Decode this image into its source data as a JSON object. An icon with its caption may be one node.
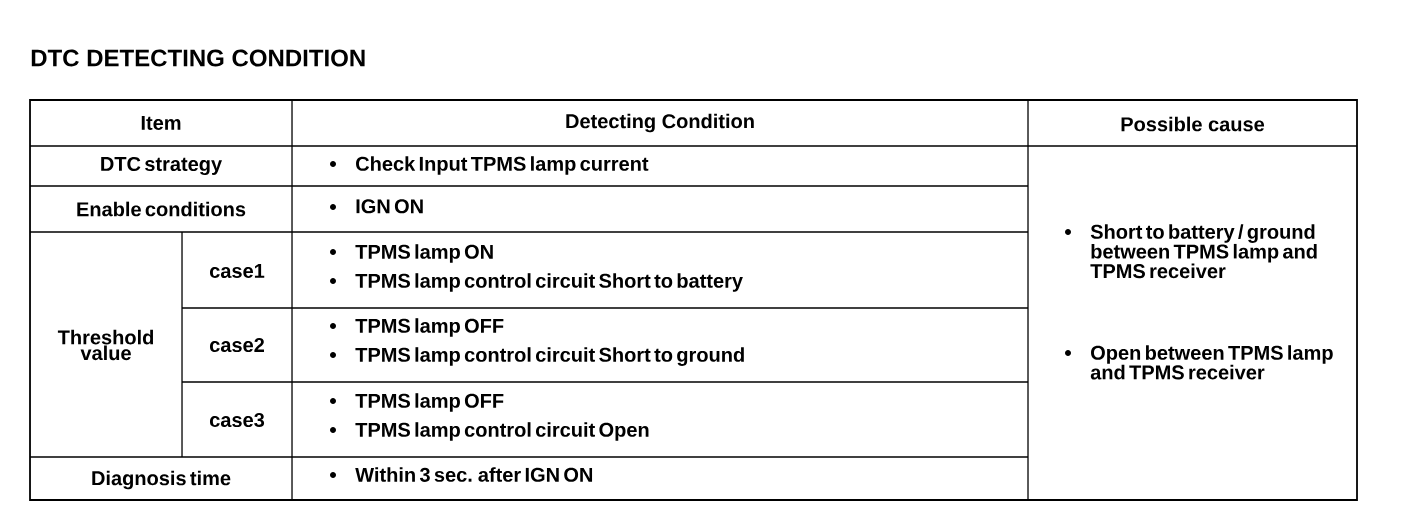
{
  "diagram": {
    "title": "DTC DETECTING CONDITION",
    "labels": [
      "Item",
      "Detecting Condition",
      "Possible cause",
      "DTC strategy",
      "Check Input TPMS lamp current",
      "Short to battery / ground between TPMS lamp and TPMS receiver",
      "Open between TPMS lamp and TPMS receiver",
      "Enable conditions",
      "IGN ON",
      "Threshold value",
      "case1",
      "TPMS lamp ON",
      "TPMS lamp control circuit Short to battery",
      "case2",
      "TPMS lamp OFF",
      "TPMS lamp control circuit Short to ground",
      "case3",
      "TPMS lamp OFF",
      "TPMS lamp control circuit Open",
      "Diagnosis time",
      "Within 3 sec. after IGN ON"
    ]
  }
}
